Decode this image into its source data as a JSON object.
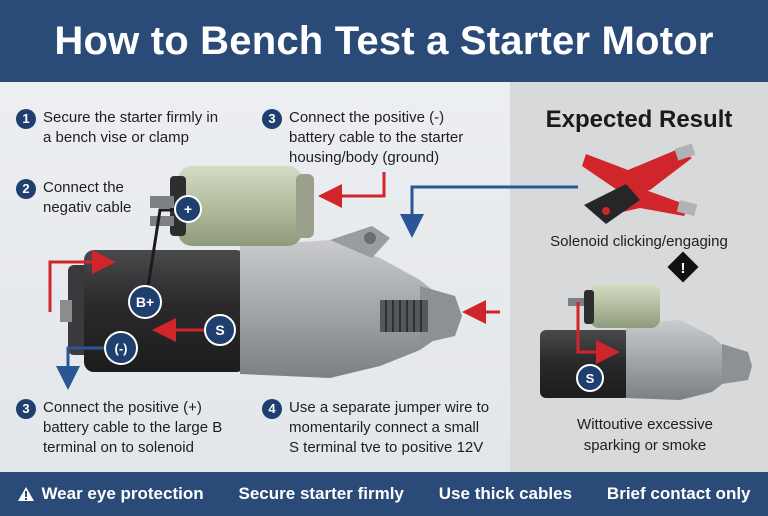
{
  "header": {
    "title": "How to Bench Test a Starter Motor"
  },
  "steps": [
    {
      "number": "1",
      "text": "Secure the starter firmly in\na bench vise or clamp"
    },
    {
      "number": "2",
      "text": "Connect the\nnegativ cable"
    },
    {
      "number": "3",
      "text": "Connect the positive (-)\nbattery cable to the starter\nhousing/body (ground)"
    },
    {
      "number": "3",
      "text": "Connect the positive (+)\nbattery cable to the large B\nterminal on to solenoid"
    },
    {
      "number": "4",
      "text": "Use a separate jumper wire to\nmomentarily connect a small\nS terminal tve to positive 12V"
    }
  ],
  "terminals": {
    "solenoid_top": "+",
    "b_plus": "B+",
    "s": "S",
    "negative": "(-)",
    "s_small": "S"
  },
  "result": {
    "title": "Expected Result",
    "caption": "Solenoid clicking/engaging",
    "warning_symbol": "!",
    "note": "Wittoutive excessive\nsparking or smoke"
  },
  "footer": {
    "items": [
      "Wear eye protection",
      "Secure starter firmly",
      "Use thick cables",
      "Brief contact only"
    ]
  },
  "colors": {
    "header_bg": "#2a4a78",
    "badge": "#1f3f6e",
    "arrow_red": "#d0262b",
    "arrow_blue": "#2b5696",
    "motor_dark": "#2b2b2d",
    "solenoid_green": "#b9c4a8",
    "housing_gray": "#a3a6a9"
  },
  "icons": {
    "footer_warning": "warning-triangle-icon",
    "clamp": "battery-clamp-icon",
    "warning_diamond": "warning-diamond-icon"
  }
}
